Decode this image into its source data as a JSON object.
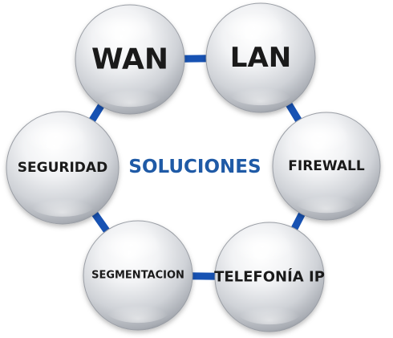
{
  "center": {
    "label": "SOLUCIONES",
    "color": "#1f5aa6"
  },
  "ring_color": "#1752b3",
  "nodes": [
    {
      "label": "WAN"
    },
    {
      "label": "LAN"
    },
    {
      "label": "FIREWALL"
    },
    {
      "label": "TELEFONÍA IP"
    },
    {
      "label": "SEGMENTACION"
    },
    {
      "label": "SEGURIDAD"
    }
  ]
}
